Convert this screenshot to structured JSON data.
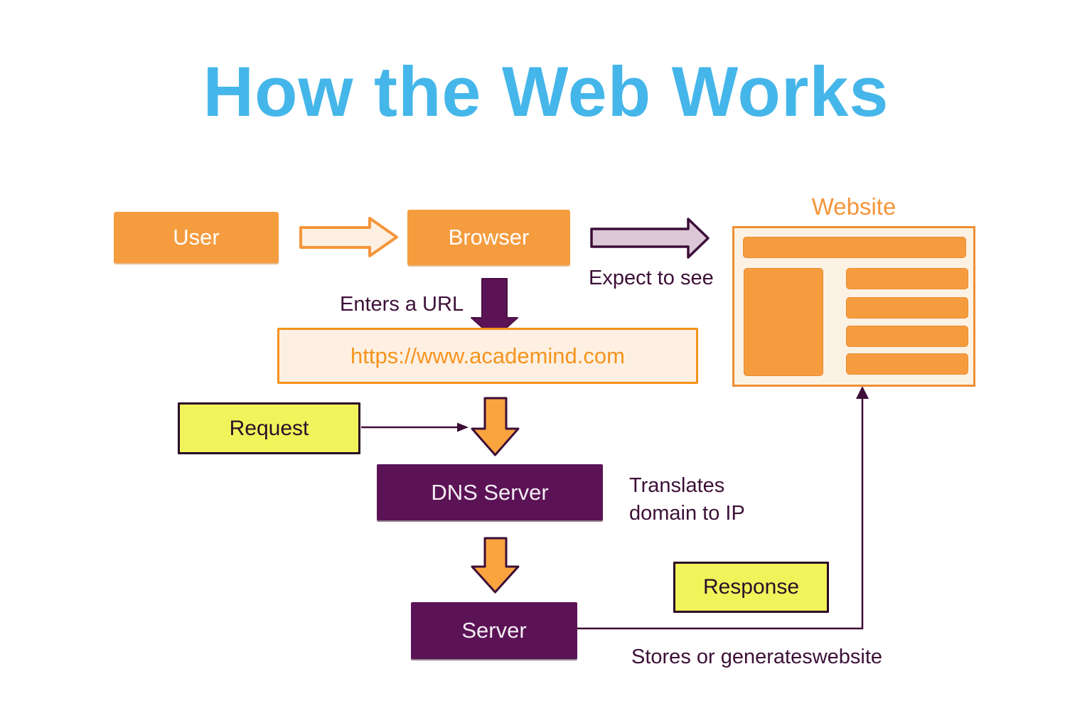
{
  "title": "How the Web Works",
  "colors": {
    "title_blue": "#45b6e9",
    "box_orange": "#f59c3f",
    "website_orange": "#f5953a",
    "cream": "#fdf0e2",
    "dark_purple": "#5b1356",
    "outline_purple": "#3c0e38",
    "lavender": "#dcc7d6",
    "yellow": "#f0f45a",
    "label_text_purple": "#3d1038",
    "url_text_orange": "#f5941f"
  },
  "nodes": {
    "user": {
      "label": "User"
    },
    "browser": {
      "label": "Browser"
    },
    "website": {
      "label": "Website"
    },
    "url": {
      "value": "https://www.academind.com"
    },
    "request": {
      "label": "Request"
    },
    "dns": {
      "label": "DNS Server"
    },
    "server": {
      "label": "Server"
    },
    "response": {
      "label": "Response"
    }
  },
  "annotations": {
    "enters_a_url": "Enters a URL",
    "expect_to_see": "Expect to see",
    "translates_domain_to_ip": "Translates domain to IP",
    "stores_or_generates": "Stores or generateswebsite"
  },
  "icons": {
    "user_to_browser_arrow": "right-block-arrow",
    "browser_to_website_arrow": "right-block-arrow",
    "browser_to_url_arrow": "down-block-arrow",
    "url_to_dns_arrow": "down-block-arrow",
    "dns_to_server_arrow": "down-block-arrow",
    "request_to_flow_arrow": "thin-right-arrow",
    "server_to_website_arrow": "elbow-up-arrow"
  }
}
